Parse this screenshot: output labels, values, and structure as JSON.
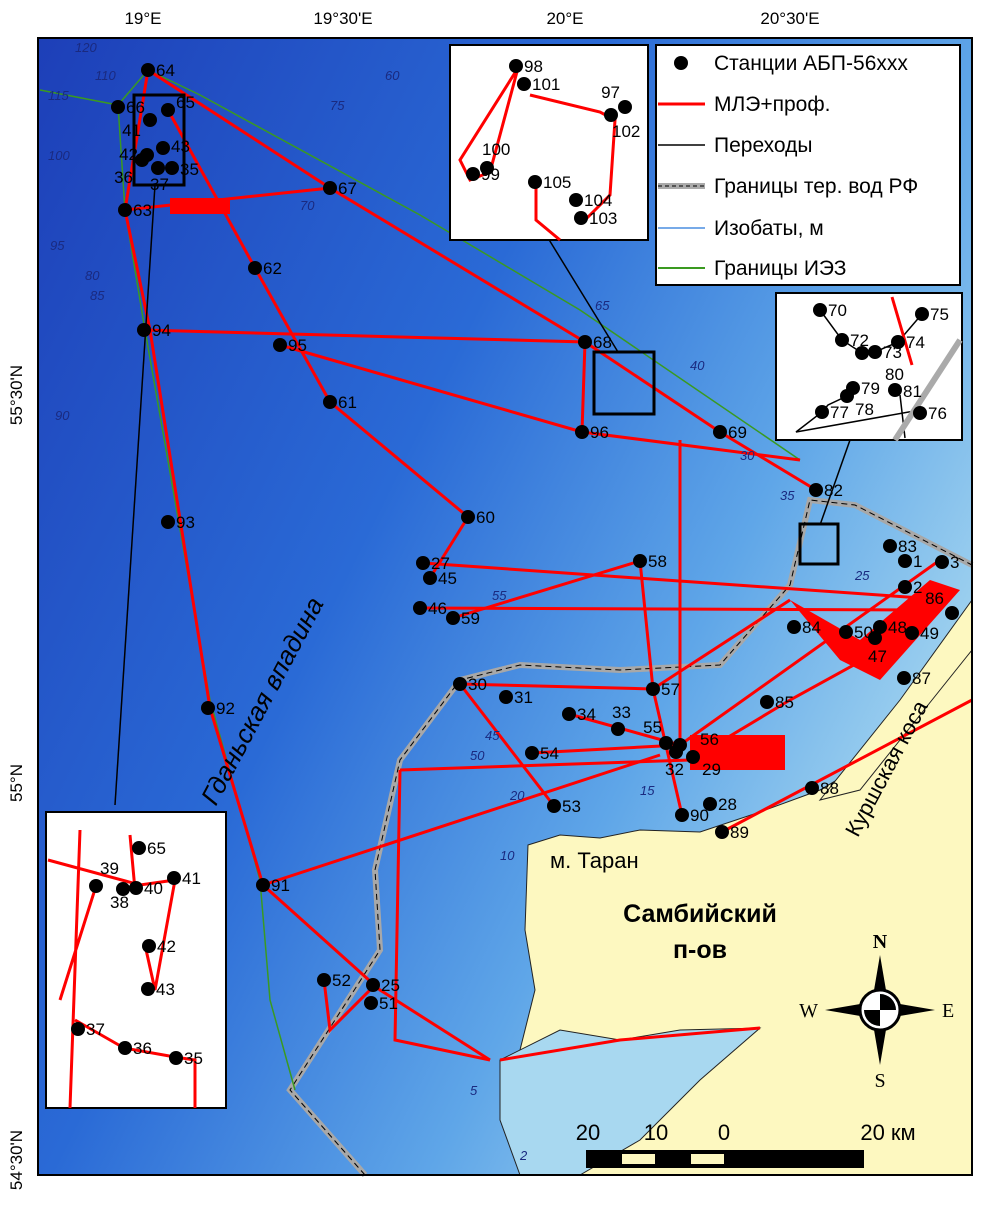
{
  "axes": {
    "top": [
      "19°E",
      "19°30'E",
      "20°E",
      "20°30'E"
    ],
    "left": [
      "55°30'N",
      "55°N",
      "54°30'N"
    ]
  },
  "legend": {
    "items": [
      "Станции АБП-56xxx",
      "МЛЭ+проф.",
      "Переходы",
      "Границы тер. вод РФ",
      "Изобаты, м",
      "Границы ИЭЗ"
    ]
  },
  "labels": {
    "deep": "Гданьская впадина",
    "cape": "м. Таран",
    "peninsula1": "Самбийский",
    "peninsula2": "п-ов",
    "spit": "Куршская коса"
  },
  "compass": {
    "n": "N",
    "s": "S",
    "w": "W",
    "e": "E"
  },
  "scale": {
    "ticks": [
      "20",
      "10",
      "0",
      "20 км"
    ]
  },
  "stations": [
    "64",
    "66",
    "65",
    "63",
    "67",
    "62",
    "94",
    "95",
    "61",
    "68",
    "96",
    "69",
    "93",
    "60",
    "27",
    "45",
    "46",
    "59",
    "58",
    "30",
    "31",
    "34",
    "33",
    "55",
    "56",
    "32",
    "29",
    "54",
    "53",
    "90",
    "28",
    "89",
    "57",
    "85",
    "84",
    "50",
    "48",
    "47",
    "49",
    "87",
    "88",
    "82",
    "83",
    "1",
    "3",
    "2",
    "86",
    "92",
    "91",
    "52",
    "25",
    "51",
    "35",
    "36",
    "37",
    "43",
    "41",
    "42"
  ],
  "inset_top": [
    "98",
    "101",
    "97",
    "102",
    "100",
    "99",
    "105",
    "104",
    "103"
  ],
  "inset_right": [
    "70",
    "72",
    "73",
    "74",
    "75",
    "80",
    "79",
    "78",
    "81",
    "77",
    "76"
  ],
  "inset_left": [
    "65",
    "39",
    "38",
    "40",
    "41",
    "42",
    "43",
    "37",
    "36",
    "35"
  ],
  "isobaths": [
    "120",
    "115",
    "110",
    "100",
    "95",
    "90",
    "85",
    "80",
    "75",
    "70",
    "65",
    "60",
    "55",
    "50",
    "45",
    "40",
    "35",
    "30",
    "25",
    "20",
    "15",
    "10",
    "5",
    "2"
  ],
  "colors": {
    "track": "#ff0000",
    "deep": "#1e4fc8",
    "shallow": "#a8d8f0",
    "land": "#fdf8c0",
    "eez": "#3a9a20"
  }
}
